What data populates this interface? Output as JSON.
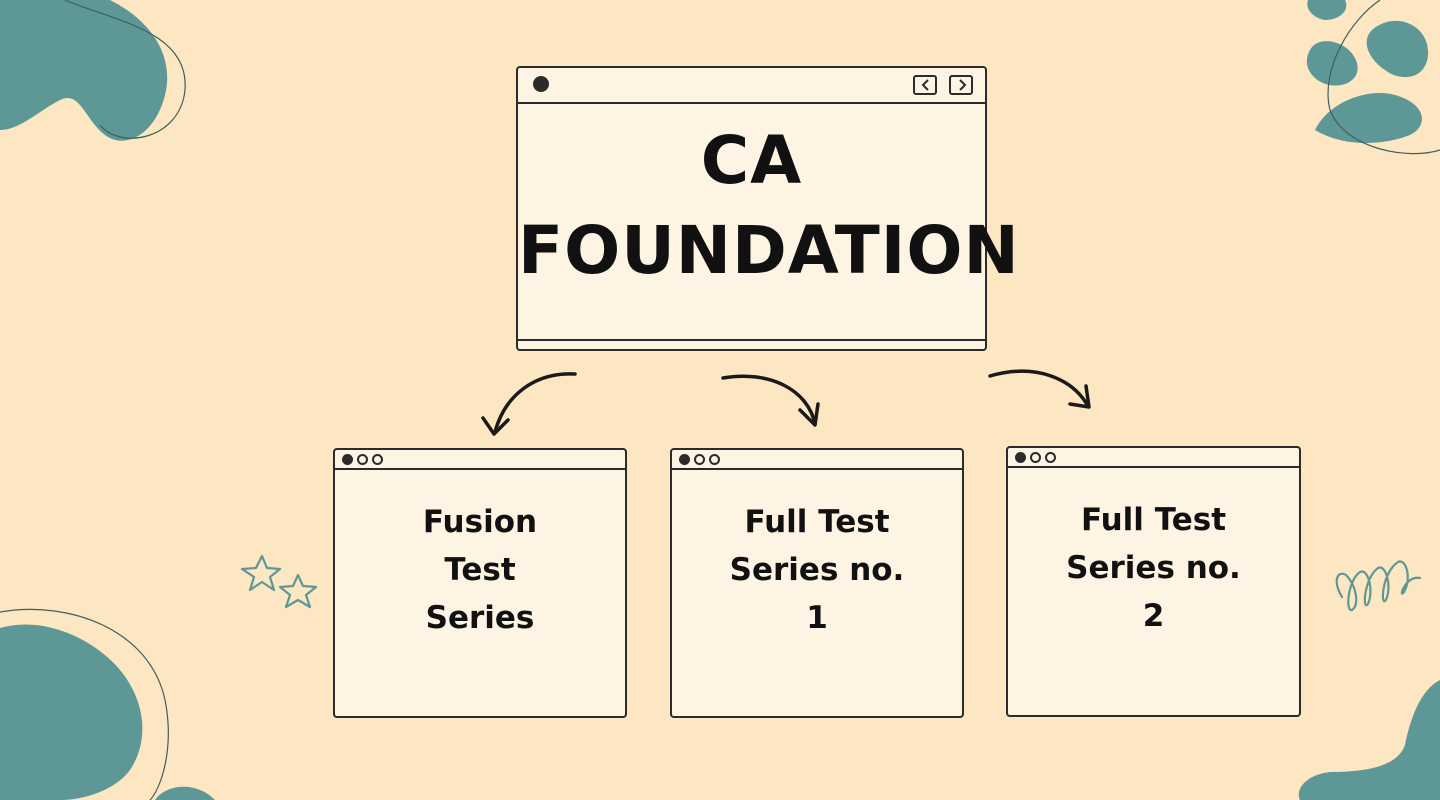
{
  "colors": {
    "background": "#fde6c2",
    "blob": "#5e9896",
    "ink": "#2b2b2b",
    "window": "#fef4e4"
  },
  "root": {
    "title_lines": [
      "CA",
      "FOUNDATION"
    ]
  },
  "children": [
    {
      "label_lines": [
        "Fusion",
        "Test",
        "Series"
      ]
    },
    {
      "label_lines": [
        "Full Test",
        "Series no.",
        "1"
      ]
    },
    {
      "label_lines": [
        "Full Test",
        "Series no.",
        "2"
      ]
    }
  ]
}
